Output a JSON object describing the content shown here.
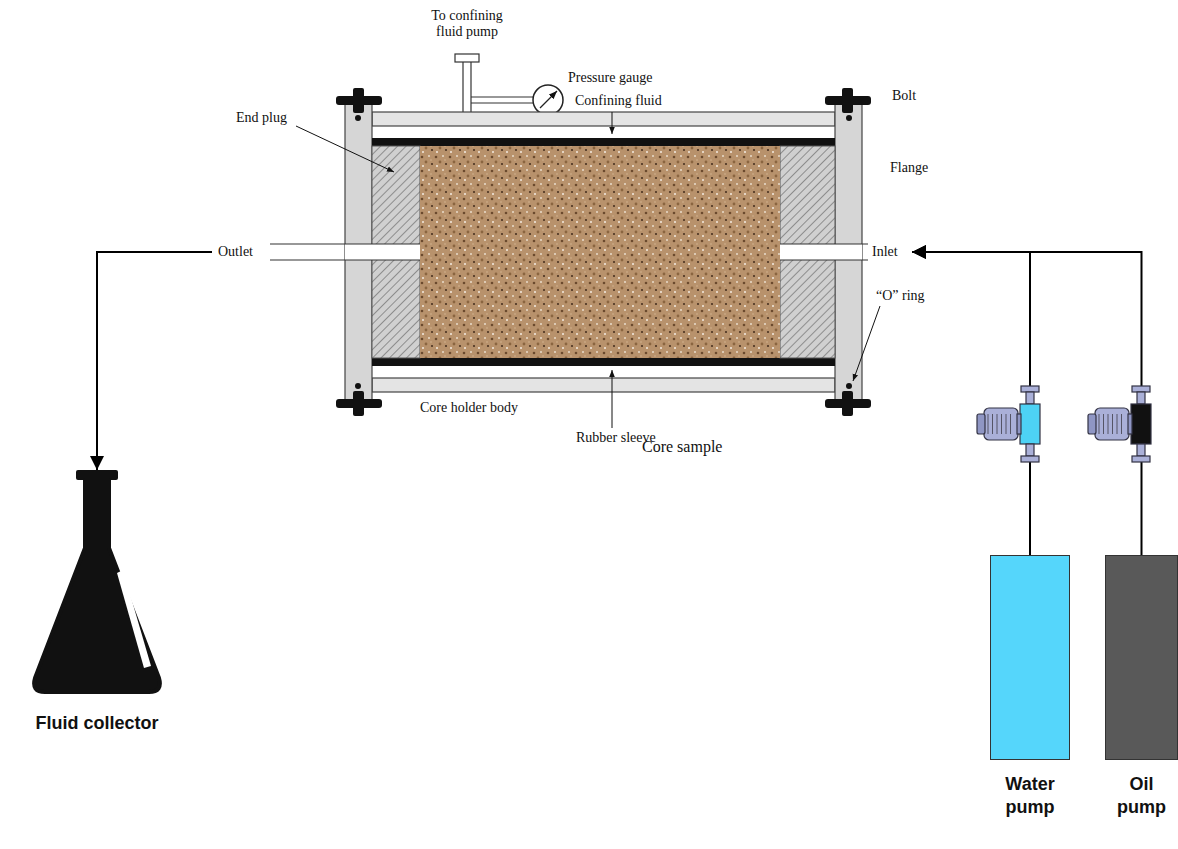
{
  "diagram": {
    "nodes": [
      {
        "text": [
          "Core holder body"
        ]
      },
      {
        "text": [
          "Core sample"
        ],
        "in": 0
      },
      {
        "text": [
          "Fluid collector"
        ]
      },
      {
        "text": [
          "Water pump"
        ]
      },
      {
        "text": [
          "Oil pump"
        ]
      }
    ],
    "edges": [
      {
        "from": 3,
        "to": 0,
        "arrow": "to"
      },
      {
        "from": 4,
        "to": 0,
        "arrow": "to"
      },
      {
        "from": 0,
        "to": 2,
        "arrow": "to"
      }
    ],
    "labels": [
      "To confining fluid pump",
      "Pressure gauge",
      "Confining fluid",
      "Bolt",
      "End plug",
      "Flange",
      "Outlet",
      "Inlet",
      "“O” ring",
      "Rubber sleeve"
    ]
  }
}
